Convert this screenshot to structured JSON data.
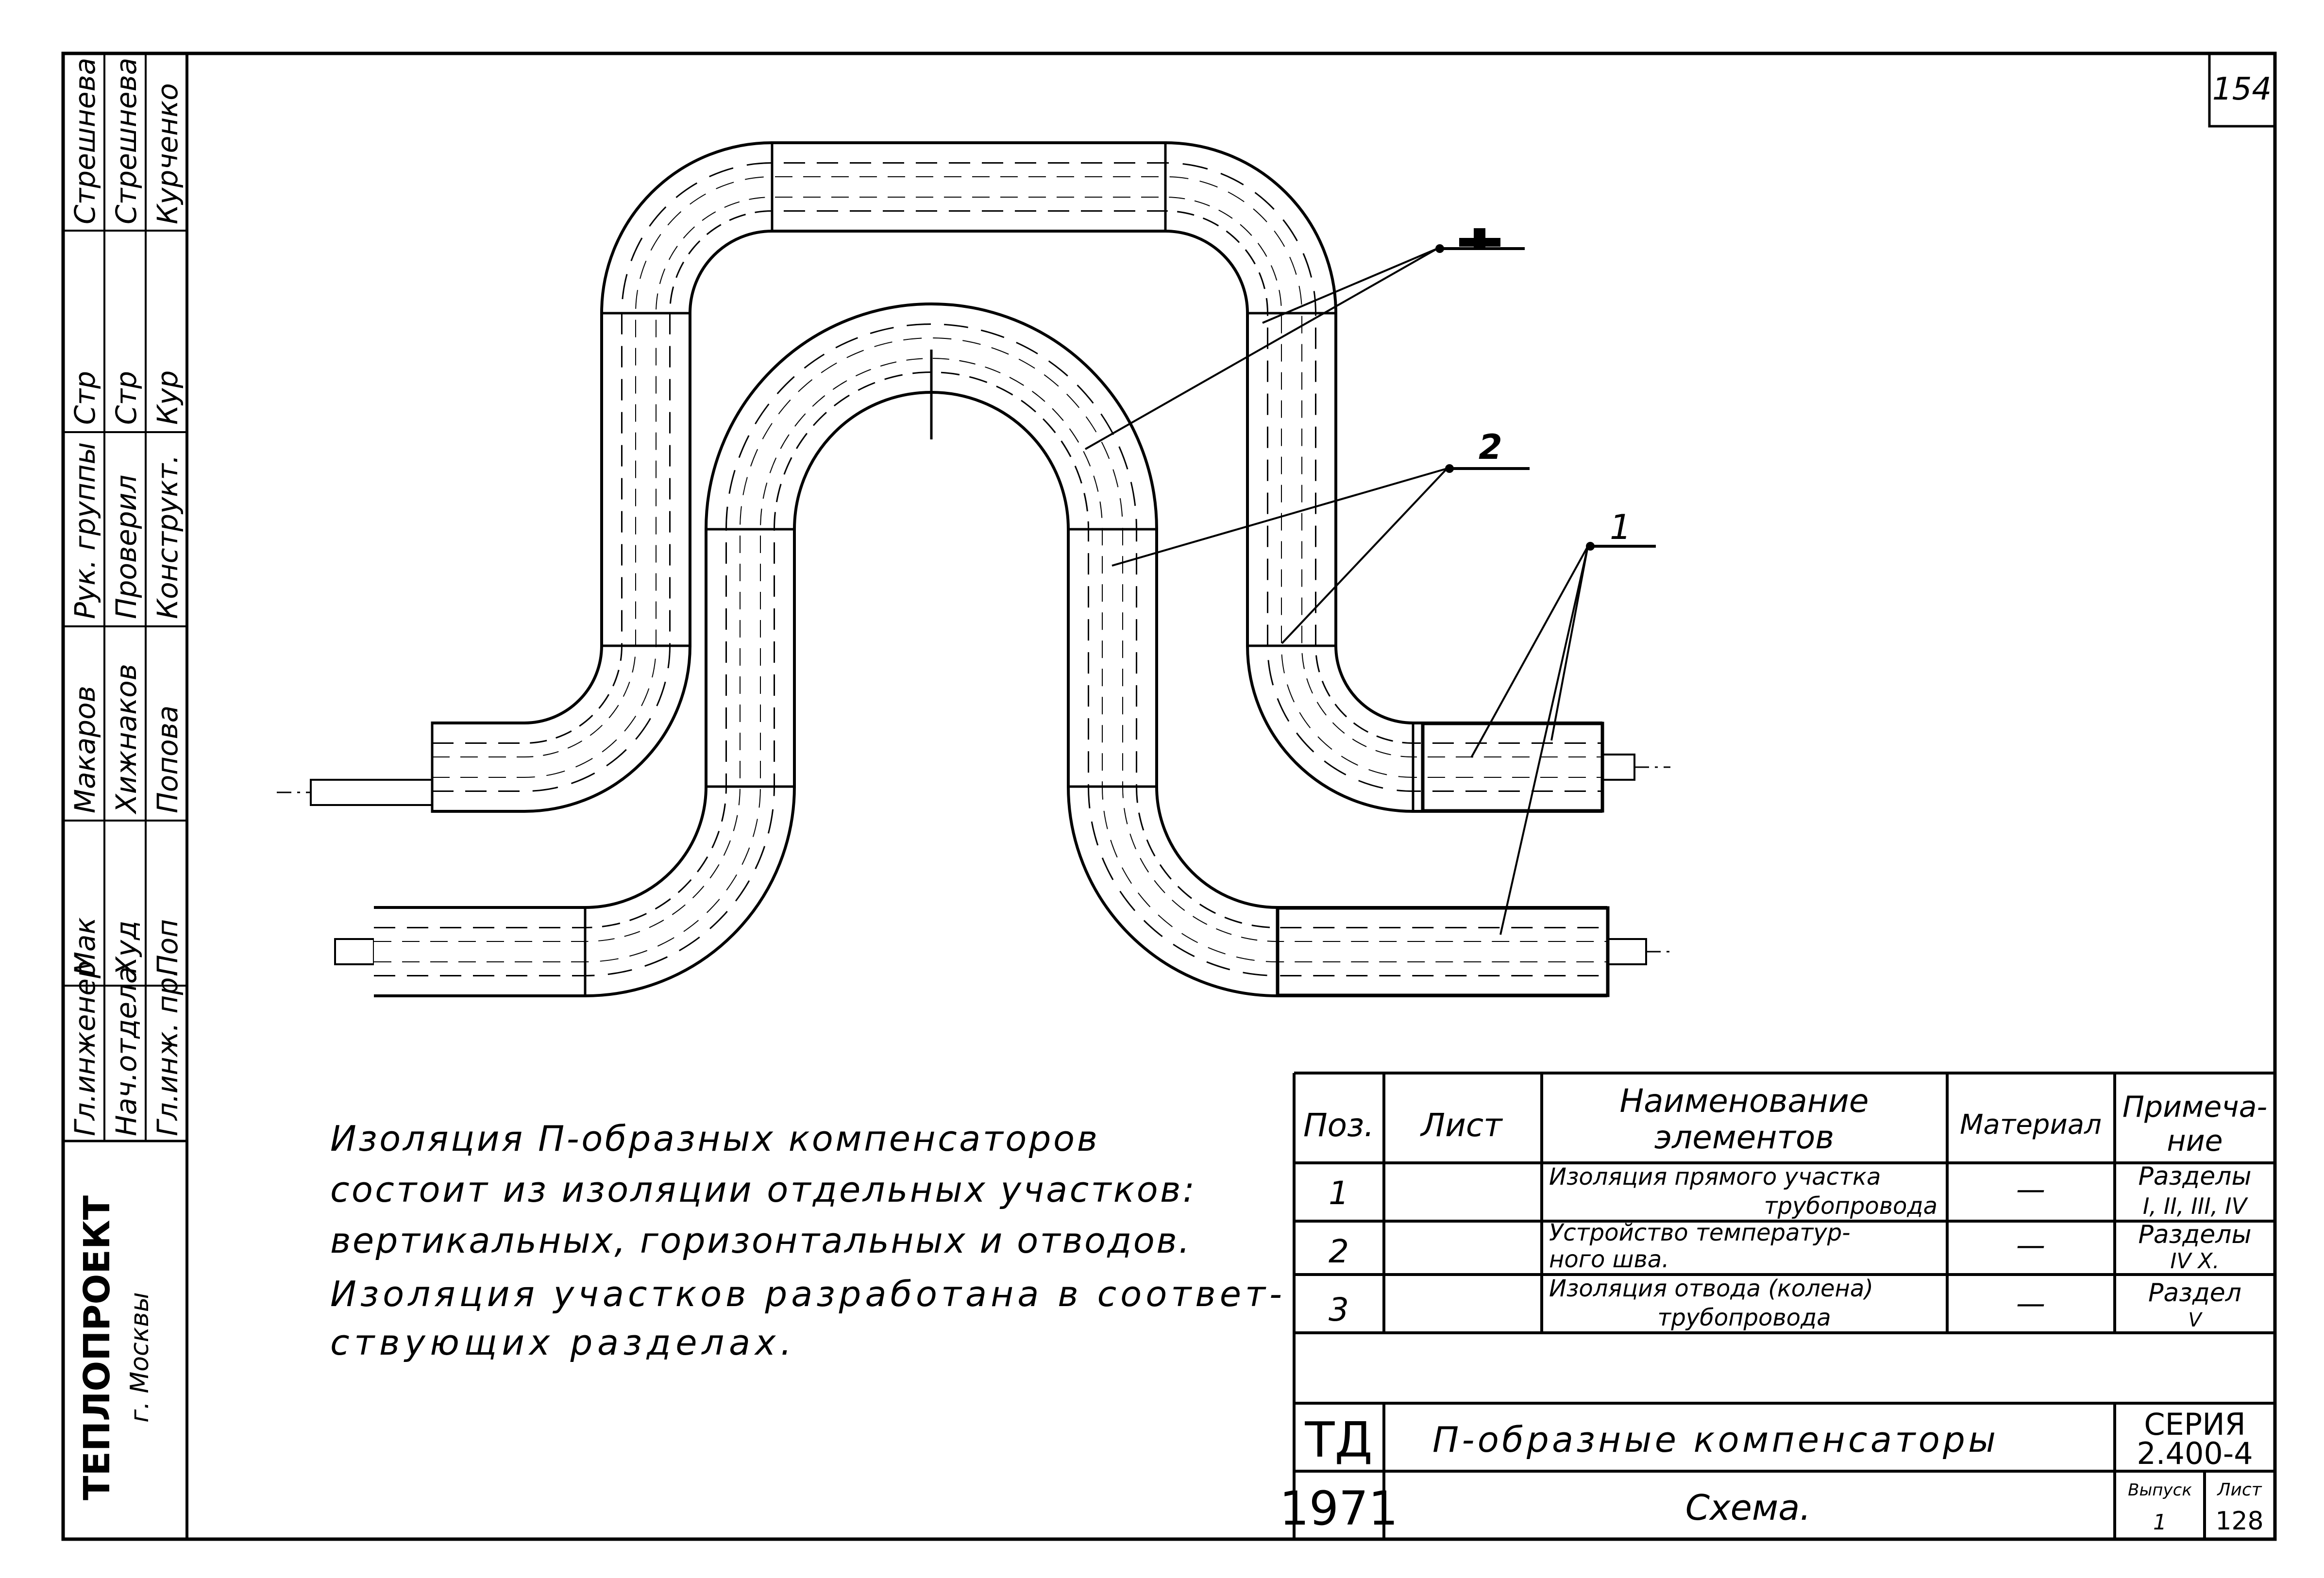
{
  "sheet_number": "154",
  "left_stamp": {
    "org_name": "ТЕПЛОПРОЕКТ",
    "org_city": "г. Москвы",
    "columns": [
      {
        "role": "Гл.инженер",
        "signature": "Мак",
        "surname": "Макаров"
      },
      {
        "role": "Нач.отдела",
        "signature": "Худ",
        "surname": "Хижнаков"
      },
      {
        "role": "Гл.инж. пр.",
        "signature": "Поп",
        "surname": "Попова"
      },
      {
        "role": "Рук. группы",
        "signature": "Стр",
        "surname": "Стрешнева"
      },
      {
        "role": "Проверил",
        "signature": "Стр",
        "surname": "Стрешнева"
      },
      {
        "role": "Конструкт.",
        "signature": "Кур",
        "surname": "Курченко"
      }
    ]
  },
  "callouts": [
    "3",
    "2",
    "1"
  ],
  "description": [
    "Изоляция П-образных компенсаторов",
    "состоит из изоляции отдельных участков:",
    "вертикальных, горизонтальных и отводов.",
    "Изоляция участков разработана в соответ-",
    "ствующих разделах."
  ],
  "spec_table": {
    "headers": {
      "pos": "Поз.",
      "sheet": "Лист",
      "name_line1": "Наименование",
      "name_line2": "элементов",
      "material": "Материал",
      "note_line1": "Примеча-",
      "note_line2": "ние"
    },
    "rows": [
      {
        "pos": "1",
        "sheet": "",
        "name_line1": "Изоляция прямого участка",
        "name_line2": "трубопровода",
        "material": "—",
        "note_line1": "Разделы",
        "note_line2": "I, II, III, IV"
      },
      {
        "pos": "2",
        "sheet": "",
        "name_line1": "Устройство температур-",
        "name_line2": "ного шва.",
        "material": "—",
        "note_line1": "Разделы",
        "note_line2": "IV  X."
      },
      {
        "pos": "3",
        "sheet": "",
        "name_line1": "Изоляция отвода (колена)",
        "name_line2": "трубопровода",
        "material": "—",
        "note_line1": "Раздел",
        "note_line2": "V"
      }
    ]
  },
  "title_block": {
    "org_code": "ТД",
    "year": "1971",
    "title": "П-образные компенсаторы",
    "subtitle": "Схема.",
    "series_label": "СЕРИЯ",
    "series_number": "2.400-4",
    "issue_label": "Выпуск",
    "issue_value": "1",
    "sheet_label": "Лист",
    "sheet_value": "128"
  }
}
